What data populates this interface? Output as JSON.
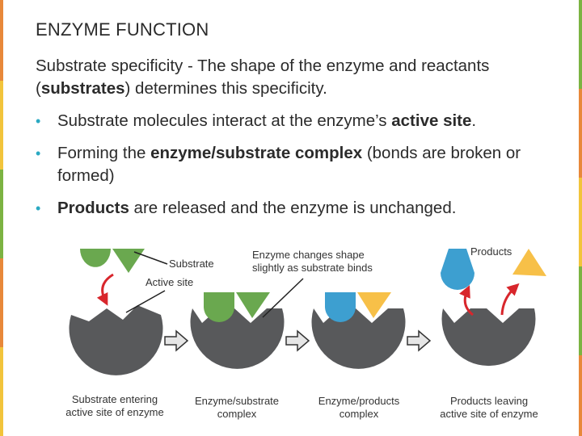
{
  "slide": {
    "title": "ENZYME FUNCTION",
    "intro": {
      "part1": "Substrate specificity - The shape of the enzyme and reactants (",
      "bold": "substrates",
      "part2": ") determines this specificity."
    },
    "bullets": [
      {
        "pre": "Substrate molecules interact at the enzyme’s ",
        "bold": "active site",
        "post": "."
      },
      {
        "pre": "Forming the ",
        "bold": "enzyme/substrate complex",
        "post": " (bonds are broken or formed)"
      },
      {
        "pre": "",
        "bold": "Products",
        "post": " are released and the enzyme is unchanged."
      }
    ]
  },
  "diagram": {
    "labels": {
      "substrate": "Substrate",
      "active_site": "Active site",
      "change_line1": "Enzyme changes shape",
      "change_line2": "slightly as substrate binds",
      "products": "Products"
    },
    "steps": [
      {
        "line1": "Substrate entering",
        "line2": "active site of enzyme"
      },
      {
        "line1": "Enzyme/substrate",
        "line2": "complex"
      },
      {
        "line1": "Enzyme/products",
        "line2": "complex"
      },
      {
        "line1": "Products leaving",
        "line2": "active site of enzyme"
      }
    ],
    "colors": {
      "enzyme": "#58595b",
      "substrate_a": "#6aa84f",
      "substrate_b": "#6aa84f",
      "product_a": "#3d9fd0",
      "product_b": "#f7c048",
      "arrow_red": "#d8262c",
      "step_arrow": "#e6e6e6"
    }
  }
}
